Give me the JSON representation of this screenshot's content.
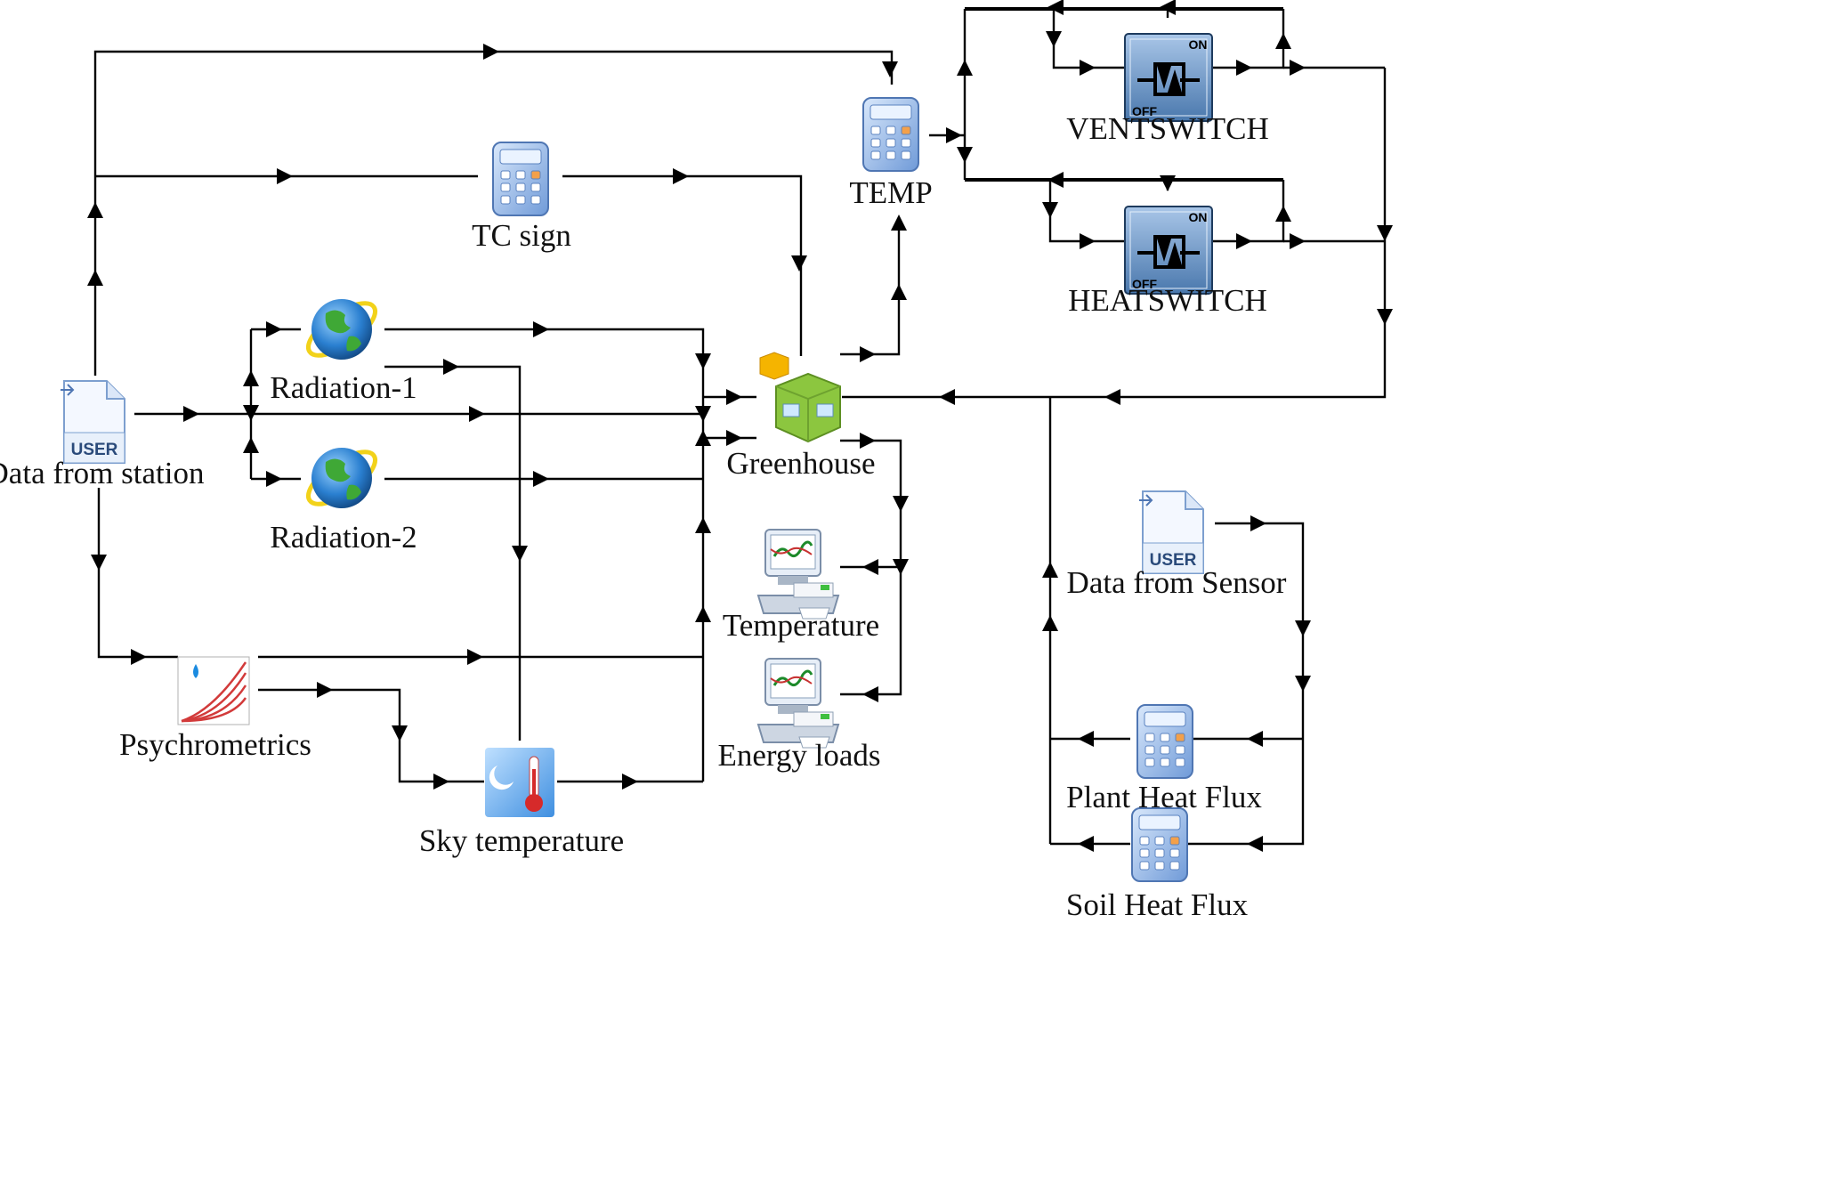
{
  "diagram": {
    "components": [
      {
        "id": "data_station",
        "label": "Data from station",
        "icon": "user-data-file-icon"
      },
      {
        "id": "tc_sign",
        "label": "TC sign",
        "icon": "calculator-icon"
      },
      {
        "id": "temp",
        "label": "TEMP",
        "icon": "calculator-icon"
      },
      {
        "id": "radiation1",
        "label": "Radiation-1",
        "icon": "globe-radiation-icon"
      },
      {
        "id": "radiation2",
        "label": "Radiation-2",
        "icon": "globe-radiation-icon"
      },
      {
        "id": "greenhouse",
        "label": "Greenhouse",
        "icon": "greenhouse-building-icon"
      },
      {
        "id": "ventswitch",
        "label": "VENTSWITCH",
        "icon": "on-off-switch-icon"
      },
      {
        "id": "heatswitch",
        "label": "HEATSWITCH",
        "icon": "on-off-switch-icon"
      },
      {
        "id": "temperature",
        "label": "Temperature",
        "icon": "plotter-printer-icon"
      },
      {
        "id": "energy_loads",
        "label": "Energy loads",
        "icon": "plotter-printer-icon"
      },
      {
        "id": "psychrometrics",
        "label": "Psychrometrics",
        "icon": "psychrometric-chart-icon"
      },
      {
        "id": "sky_temperature",
        "label": "Sky temperature",
        "icon": "sky-thermometer-icon"
      },
      {
        "id": "data_sensor",
        "label": "Data from Sensor",
        "icon": "user-data-file-icon"
      },
      {
        "id": "plant_flux",
        "label": "Plant Heat Flux",
        "icon": "calculator-icon"
      },
      {
        "id": "soil_flux",
        "label": "Soil Heat Flux",
        "icon": "calculator-icon"
      }
    ],
    "icon_text": {
      "user": "USER",
      "on": "ON",
      "off": "OFF"
    },
    "colors": {
      "wire": "#000000",
      "calculator": "#8fb4e6",
      "globe": "#2a7fd0",
      "greenhouse": "#8cc63f",
      "switch": "#3a5f8a"
    }
  }
}
